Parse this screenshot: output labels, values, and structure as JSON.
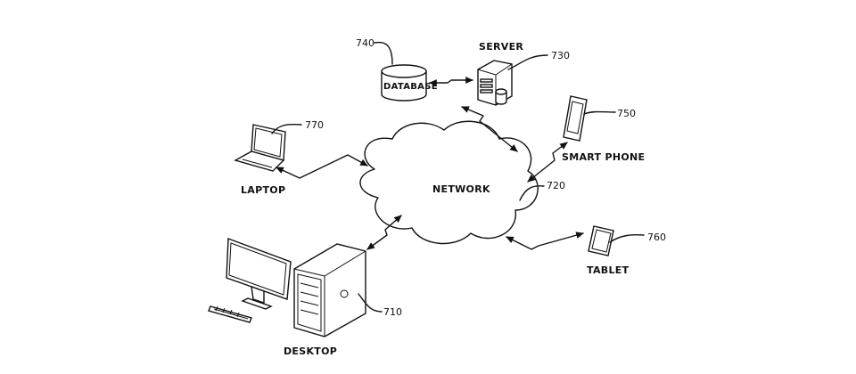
{
  "labels": {
    "network": "NETWORK",
    "database": "DATABASE",
    "server": "SERVER",
    "laptop": "LAPTOP",
    "smart_phone": "SMART PHONE",
    "tablet": "TABLET",
    "desktop": "DESKTOP"
  },
  "refs": {
    "desktop": "710",
    "network": "720",
    "server": "730",
    "database": "740",
    "smart_phone": "750",
    "tablet": "760",
    "laptop": "770"
  },
  "colors": {
    "line": "#111111",
    "background": "#ffffff"
  }
}
